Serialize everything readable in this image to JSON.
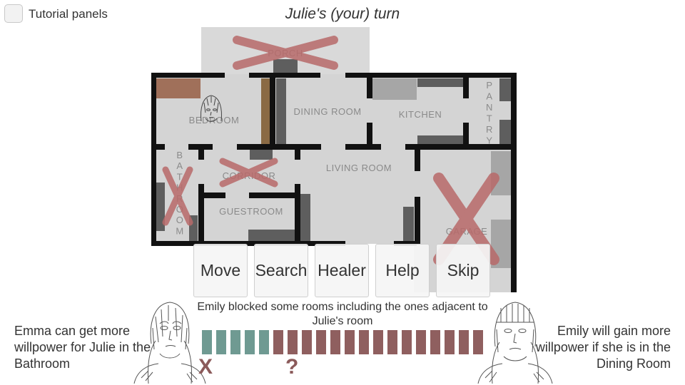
{
  "tutorial": {
    "label": "Tutorial panels",
    "checked": false
  },
  "turn_title": "Julie's (your) turn",
  "rooms": {
    "porch": "PORCH",
    "bedroom": "BEDROOM",
    "dining_room": "DINING ROOM",
    "kitchen": "KITCHEN",
    "pantry": "PANTRY",
    "bathroom": "BATHROOM",
    "corridor": "CORRIDOR",
    "living_room": "LIVING ROOM",
    "guestroom": "GUESTROOM",
    "garage": "GARAGE"
  },
  "blocked_rooms": [
    "PORCH",
    "CORRIDOR",
    "BATHROOM",
    "GARAGE"
  ],
  "actions": [
    "Move",
    "Search",
    "Healer",
    "Help",
    "Skip"
  ],
  "status_message": "Emily blocked some rooms including the ones adjacent to Julie's room",
  "left_info": "Emma can get more willpower for Julie in the Bathroom",
  "right_info": "Emily will gain more willpower if she is in the Dining Room",
  "willpower": {
    "teal_segments": 5,
    "total_segments": 20,
    "teal_color": "#6f9a92",
    "rose_color": "#8f5f5f"
  },
  "markers": {
    "left": "X",
    "middle": "?"
  },
  "colors": {
    "blocked_cross": "#b86a6a",
    "wall": "#111111",
    "floor": "#d4d4d4"
  }
}
